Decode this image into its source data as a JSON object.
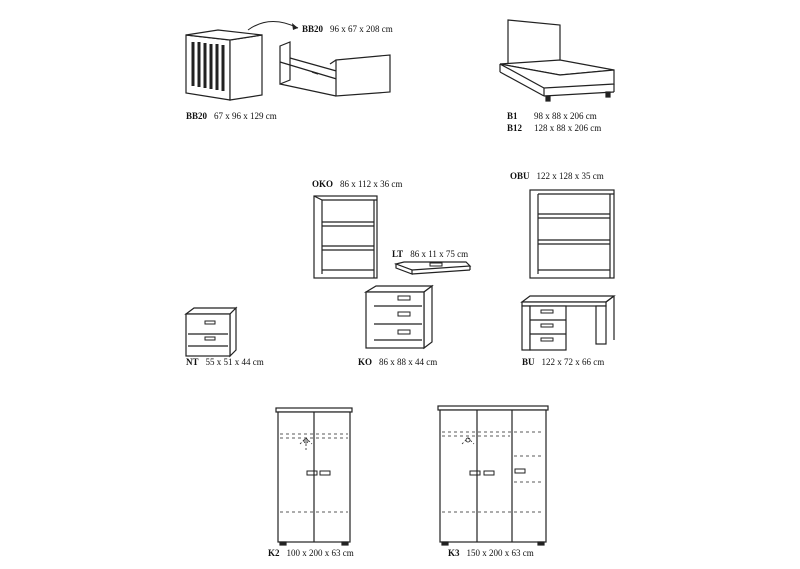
{
  "items": [
    {
      "code": "BB20",
      "dims": "96 x 67 x 208 cm"
    },
    {
      "code": "BB20",
      "dims": "67 x 96 x 129 cm"
    },
    {
      "code": "B1",
      "dims": "98 x 88 x 206 cm"
    },
    {
      "code": "B12",
      "dims": "128 x 88 x 206 cm"
    },
    {
      "code": "OKO",
      "dims": "86 x 112 x 36 cm"
    },
    {
      "code": "OBU",
      "dims": "122 x 128 x 35 cm"
    },
    {
      "code": "LT",
      "dims": "86 x  11 x 75 cm"
    },
    {
      "code": "NT",
      "dims": "55 x 51 x 44 cm"
    },
    {
      "code": "KO",
      "dims": "86 x  88 x 44 cm"
    },
    {
      "code": "BU",
      "dims": "122 x 72 x 66 cm"
    },
    {
      "code": "K2",
      "dims": "100 x 200 x 63 cm"
    },
    {
      "code": "K3",
      "dims": "150 x 200 x 63 cm"
    }
  ]
}
